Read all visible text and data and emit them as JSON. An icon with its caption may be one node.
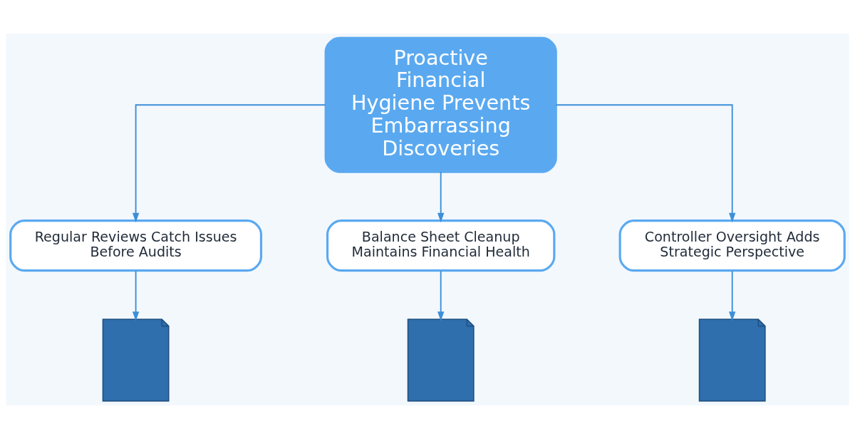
{
  "diagram": {
    "nodes": [
      {
        "text": [
          "Proactive Financial Hygiene Prevents Embarrassing Discoveries"
        ]
      },
      {
        "text": [
          "Regular Reviews Catch Issues Before Audits"
        ]
      },
      {
        "text": [
          "Balance Sheet Cleanup Maintains Financial Health"
        ]
      },
      {
        "text": [
          "Controller Oversight Adds Strategic Perspective"
        ]
      },
      {
        "text": [],
        "shape": "document"
      },
      {
        "text": [],
        "shape": "document"
      },
      {
        "text": [],
        "shape": "document"
      }
    ],
    "edges": [
      {
        "from": 0,
        "to": 1,
        "arrow": "to"
      },
      {
        "from": 0,
        "to": 2,
        "arrow": "to"
      },
      {
        "from": 0,
        "to": 3,
        "arrow": "to"
      },
      {
        "from": 1,
        "to": 4,
        "arrow": "to"
      },
      {
        "from": 2,
        "to": 5,
        "arrow": "to"
      },
      {
        "from": 3,
        "to": 6,
        "arrow": "to"
      }
    ]
  }
}
